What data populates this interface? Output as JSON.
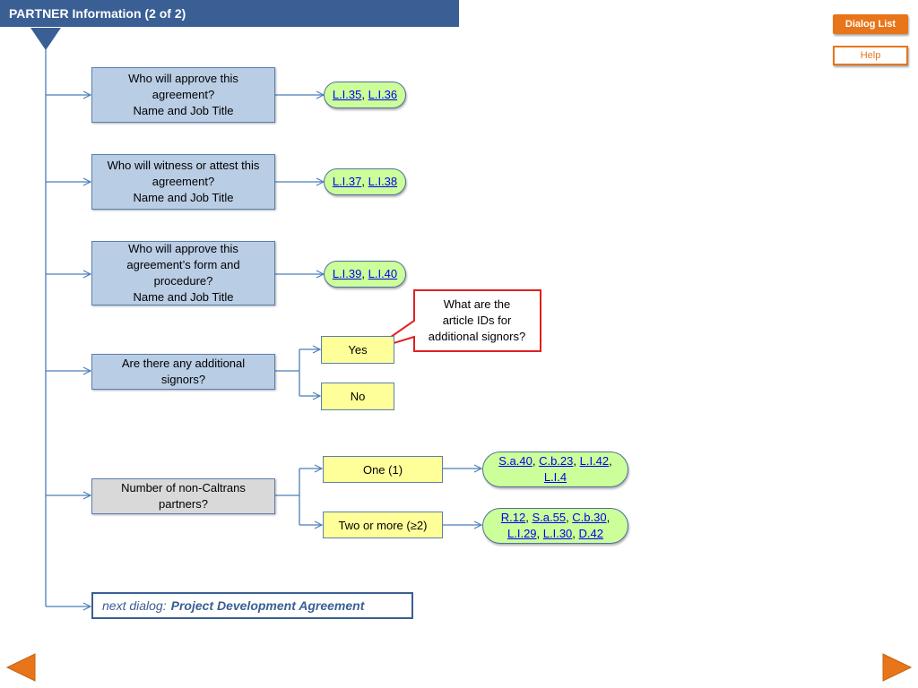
{
  "header": {
    "title": "PARTNER Information (2 of 2)"
  },
  "buttons": {
    "dialog_list": "Dialog List",
    "help": "Help"
  },
  "questions": [
    {
      "line1": "Who will approve this",
      "line2": "agreement?",
      "line3": "Name and Job Title",
      "links": [
        {
          "text": "L.I.35",
          "sep": ", "
        },
        {
          "text": "L.I.36",
          "sep": ""
        }
      ]
    },
    {
      "line1": "Who will witness or attest this",
      "line2": "agreement?",
      "line3": "Name and Job Title",
      "links": [
        {
          "text": "L.I.37",
          "sep": ", "
        },
        {
          "text": "L.I.38",
          "sep": ""
        }
      ]
    },
    {
      "line1": "Who will approve this",
      "line2": "agreement’s form and",
      "line3": "procedure?",
      "line4": "Name and Job Title",
      "links": [
        {
          "text": "L.I.39",
          "sep": ", "
        },
        {
          "text": "L.I.40",
          "sep": ""
        }
      ]
    }
  ],
  "additional_signors": {
    "question_line1": "Are there any additional",
    "question_line2": "signors?",
    "yes": "Yes",
    "no": "No",
    "callout_line1": "What are the",
    "callout_line2": "article IDs for",
    "callout_line3": "additional signors?"
  },
  "partners": {
    "question_line1": "Number of non-Caltrans",
    "question_line2": "partners?",
    "one": {
      "label": "One (1)",
      "links": [
        {
          "text": "S.a.40",
          "sep": ", "
        },
        {
          "text": "C.b.23",
          "sep": ", "
        },
        {
          "text": "L.I.42",
          "sep": ","
        }
      ],
      "links2": [
        {
          "text": "L.I.4",
          "sep": ""
        }
      ]
    },
    "two": {
      "label": "Two or more (≥2)",
      "links": [
        {
          "text": "R.12",
          "sep": ", "
        },
        {
          "text": "S.a.55",
          "sep": ", "
        },
        {
          "text": "C.b.30",
          "sep": ","
        }
      ],
      "links2": [
        {
          "text": "L.I.29",
          "sep": ", "
        },
        {
          "text": "L.I.30",
          "sep": ", "
        },
        {
          "text": "D.42",
          "sep": ""
        }
      ]
    }
  },
  "next_dialog": {
    "prefix": "next dialog:",
    "name": "Project Development Agreement"
  },
  "colors": {
    "title_bar": "#3a5f94",
    "accent_orange": "#e8751a",
    "question_fill": "#b9cde5",
    "answer_fill": "#ffff99",
    "link_pill_fill": "#ccff99",
    "callout_border": "#e02020",
    "connector": "#4a7ebb"
  },
  "icons": {
    "prev": "triangle-left-icon",
    "next": "triangle-right-icon",
    "trunk_head": "triangle-down-icon"
  }
}
